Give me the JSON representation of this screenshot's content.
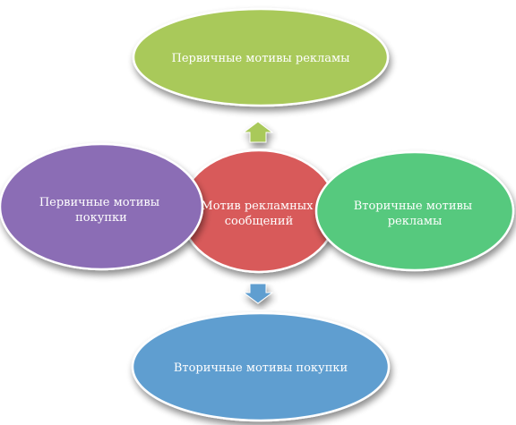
{
  "diagram": {
    "center": {
      "lines": [
        "Мотив рекламных",
        "сообщений"
      ],
      "color": "#d85a5a"
    },
    "top": {
      "lines": [
        "Первичные мотивы рекламы"
      ],
      "color": "#a9c95a"
    },
    "left": {
      "lines": [
        "Первичные мотивы",
        "покупки"
      ],
      "color": "#8b6db5"
    },
    "right": {
      "lines": [
        "Вторичные мотивы",
        "рекламы"
      ],
      "color": "#56c97e"
    },
    "bottom": {
      "lines": [
        "Вторичные мотивы покупки"
      ],
      "color": "#5e9ed0"
    },
    "arrow_up_color": "#a9c95a",
    "arrow_down_color": "#5e9ed0",
    "arrow_up_icon": "arrow-up-icon",
    "arrow_down_icon": "arrow-down-icon"
  }
}
